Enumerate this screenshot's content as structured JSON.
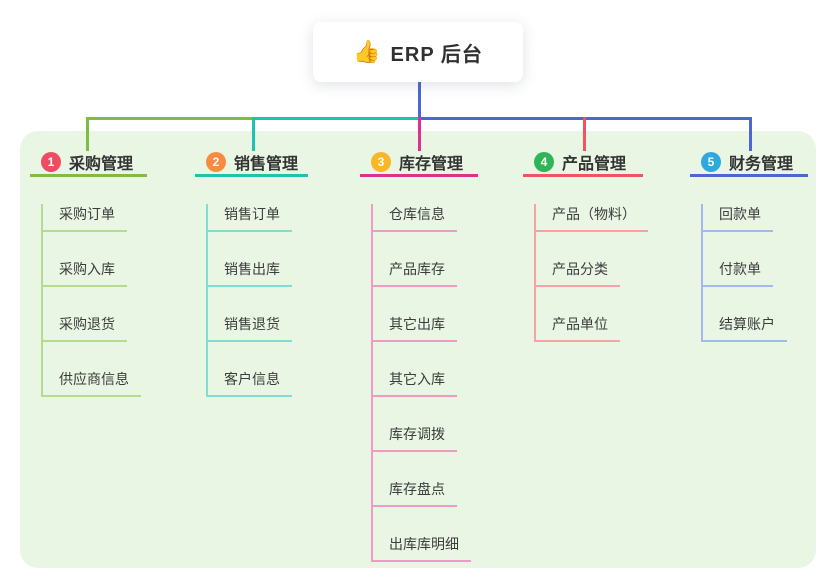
{
  "canvas": {
    "background": "#ffffff",
    "panel_background": "#e9f6e4",
    "text_color": "#333333",
    "root_line_color": "#4a67d4"
  },
  "root": {
    "icon": "👍",
    "title": "ERP 后台"
  },
  "branches": [
    {
      "badge": "1",
      "badge_color": "#f04b5e",
      "line_color": "#7ebc42",
      "child_line_color": "#b4db92",
      "label": "采购管理",
      "children": [
        "采购订单",
        "采购入库",
        "采购退货",
        "供应商信息"
      ]
    },
    {
      "badge": "2",
      "badge_color": "#f68b41",
      "line_color": "#1fc1b3",
      "child_line_color": "#82dcd2",
      "label": "销售管理",
      "children": [
        "销售订单",
        "销售出库",
        "销售退货",
        "客户信息"
      ]
    },
    {
      "badge": "3",
      "badge_color": "#f9b626",
      "line_color": "#df3092",
      "child_line_color": "#f09ac6",
      "label": "库存管理",
      "children": [
        "仓库信息",
        "产品库存",
        "其它出库",
        "其它入库",
        "库存调拨",
        "库存盘点",
        "出库库明细"
      ]
    },
    {
      "badge": "4",
      "badge_color": "#31b457",
      "line_color": "#f5515f",
      "child_line_color": "#f9a2a6",
      "label": "产品管理",
      "children": [
        "产品（物料）",
        "产品分类",
        "产品单位"
      ]
    },
    {
      "badge": "5",
      "badge_color": "#2ca9dd",
      "line_color": "#4a67d4",
      "child_line_color": "#a3b8ec",
      "label": "财务管理",
      "children": [
        "回款单",
        "付款单",
        "结算账户"
      ]
    }
  ]
}
